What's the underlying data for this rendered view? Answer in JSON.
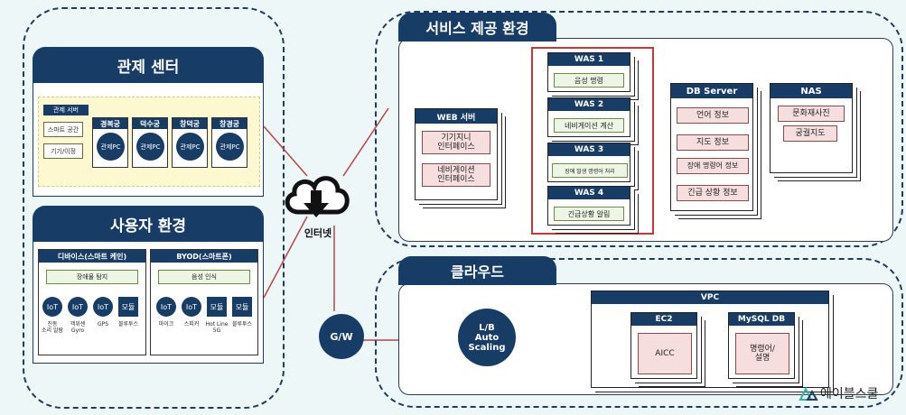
{
  "control_center": {
    "title": "관제 센터",
    "server_label": "관제 서버",
    "server_items": [
      "스마트 공간",
      "기기/이정"
    ],
    "palaces": [
      {
        "name": "경복궁",
        "pc": "관제PC"
      },
      {
        "name": "덕수궁",
        "pc": "관제PC"
      },
      {
        "name": "창덕궁",
        "pc": "관제PC"
      },
      {
        "name": "창경궁",
        "pc": "관제PC"
      }
    ]
  },
  "user_env": {
    "title": "사용자 환경",
    "device_group": {
      "title": "디바이스(스마트 케인)",
      "feature": "장애물 탐지",
      "items": [
        {
          "icon": "IoT",
          "label": "진동\n소리 알람"
        },
        {
          "icon": "IoT",
          "label": "객위센\nGyro"
        },
        {
          "icon": "IoT",
          "label": "GPS"
        },
        {
          "icon": "모듈",
          "label": "블루투스"
        }
      ]
    },
    "byod_group": {
      "title": "BYOD(스마트폰)",
      "feature": "음성 인식",
      "items": [
        {
          "icon": "IoT",
          "label": "마이크"
        },
        {
          "icon": "IoT",
          "label": "스피커"
        },
        {
          "icon": "모듈",
          "label": "Hot Line\n5G"
        },
        {
          "icon": "모듈",
          "label": "블루투스"
        }
      ]
    }
  },
  "internet_label": "인터넷",
  "gw_label": "G/W",
  "service_env": {
    "title": "서비스 제공 환경",
    "web_server": {
      "title": "WEB 서버",
      "items": [
        "기기지니\n인터페이스",
        "네비게이션\n인터페이스"
      ]
    },
    "was": [
      {
        "title": "WAS 1",
        "item": "음성 명령"
      },
      {
        "title": "WAS 2",
        "item": "네비게이션 계산"
      },
      {
        "title": "WAS 3",
        "item": "장애 발생 명령어 처리"
      },
      {
        "title": "WAS 4",
        "item": "긴급상황 알림"
      }
    ],
    "db_server": {
      "title": "DB Server",
      "items": [
        "언어 정보",
        "지도 정보",
        "장애 명령어 정보",
        "긴급 상황 정보"
      ]
    },
    "nas": {
      "title": "NAS",
      "items": [
        "문화재사진",
        "궁궐지도"
      ]
    }
  },
  "cloud": {
    "title": "클라우드",
    "lb_label": "L/B\nAuto\nScaling",
    "vpc": {
      "title": "VPC"
    },
    "ec2": {
      "title": "EC2",
      "item": "AICC"
    },
    "mysql": {
      "title": "MySQL DB",
      "item": "명령어/\n설명"
    }
  },
  "logo": {
    "text": "에이블스쿨"
  }
}
